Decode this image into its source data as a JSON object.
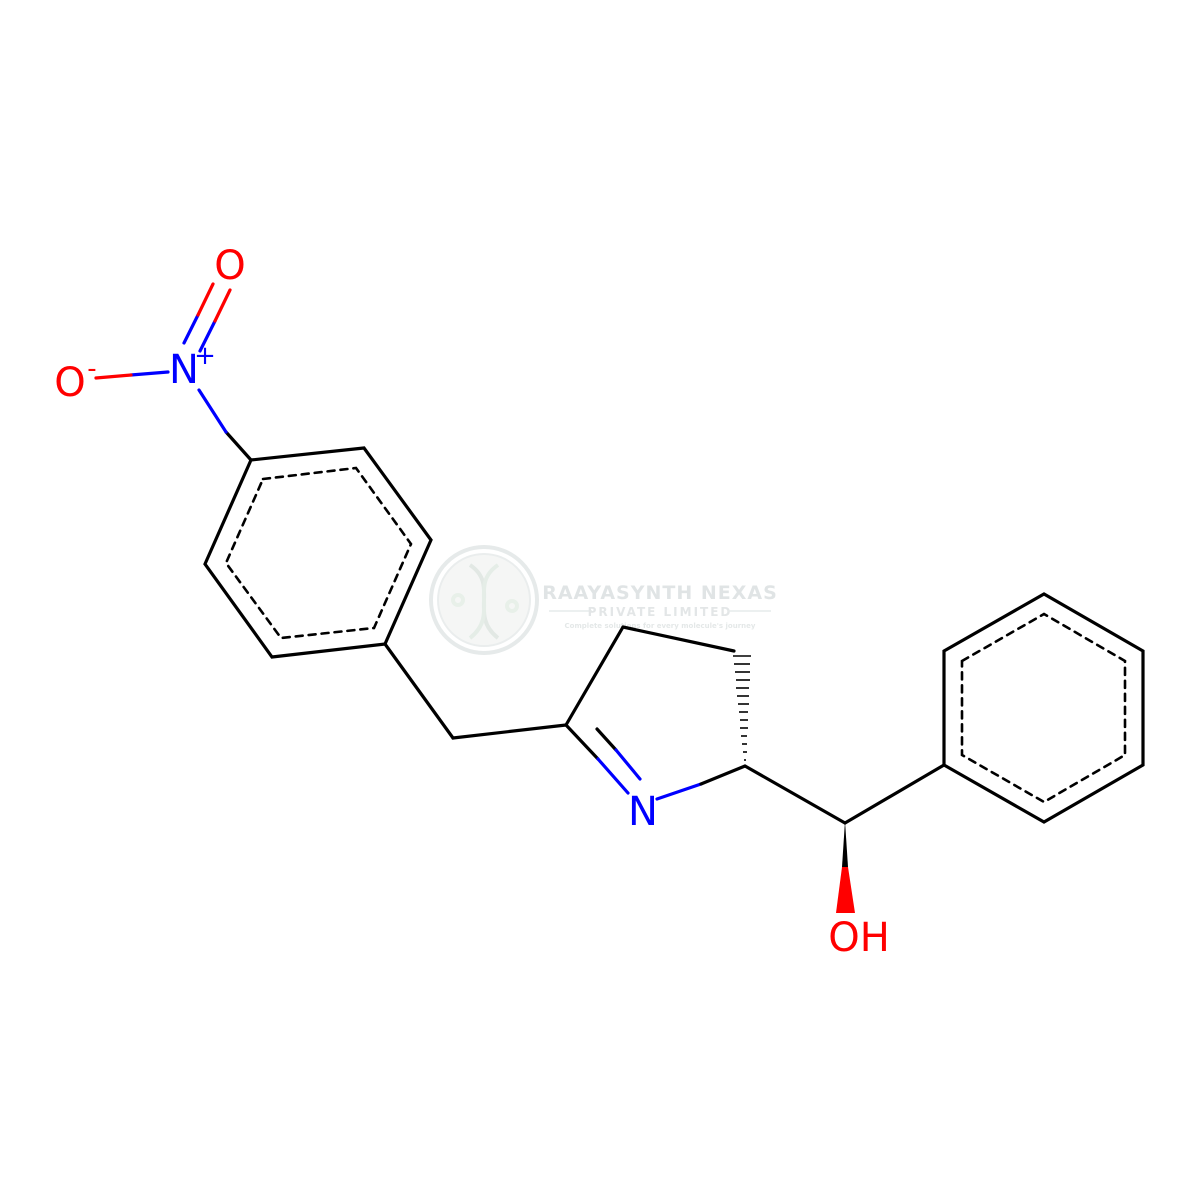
{
  "molecule": {
    "atom_labels": {
      "nitro_o_top": "O",
      "nitro_o_left": "O",
      "nitro_o_left_charge": "-",
      "nitro_n": "N",
      "nitro_n_charge": "+",
      "ring_n": "N",
      "hydroxyl": "OH"
    },
    "colors": {
      "bond": "#000000",
      "nitrogen": "#0000ff",
      "oxygen": "#ff0000"
    }
  },
  "watermark": {
    "company": "RAAYASYNTH NEXAS",
    "subtitle": "PRIVATE LIMITED",
    "tagline": "Complete solutions for every molecule's journey",
    "color": "#d9dfe0",
    "logo_icon": "dna-helix-icon"
  }
}
